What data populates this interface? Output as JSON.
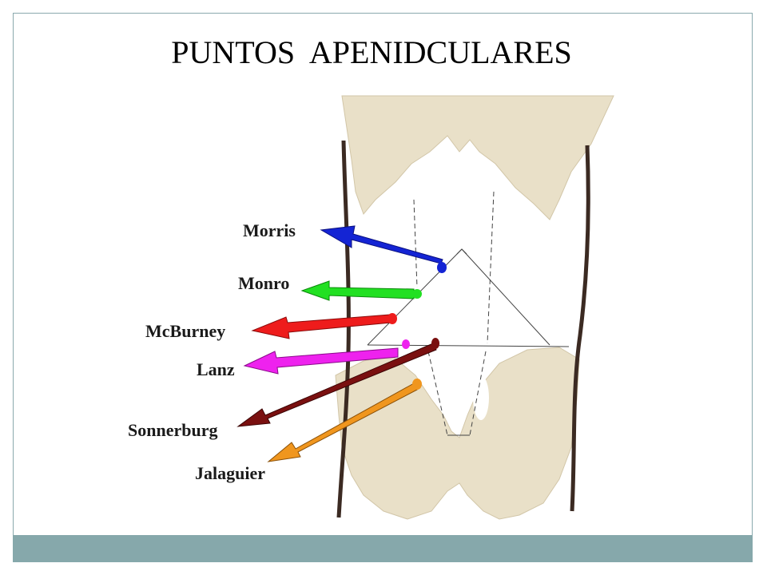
{
  "title": "PUNTOS  APENIDCULARES",
  "colors": {
    "frame": "#8aa9ad",
    "footer": "#86a8ab",
    "bone": "#e9e0c8",
    "morris": "#1424d4",
    "monro": "#22e022",
    "mcburney": "#ee1c1c",
    "lanz": "#ee22ee",
    "sonnerburg": "#7a1010",
    "jalaguier": "#f0961e"
  },
  "points": [
    {
      "id": "morris",
      "label": "Morris"
    },
    {
      "id": "monro",
      "label": "Monro"
    },
    {
      "id": "mcburney",
      "label": "McBurney"
    },
    {
      "id": "lanz",
      "label": "Lanz"
    },
    {
      "id": "sonnerburg",
      "label": "Sonnerburg"
    },
    {
      "id": "jalaguier",
      "label": "Jalaguier"
    }
  ]
}
